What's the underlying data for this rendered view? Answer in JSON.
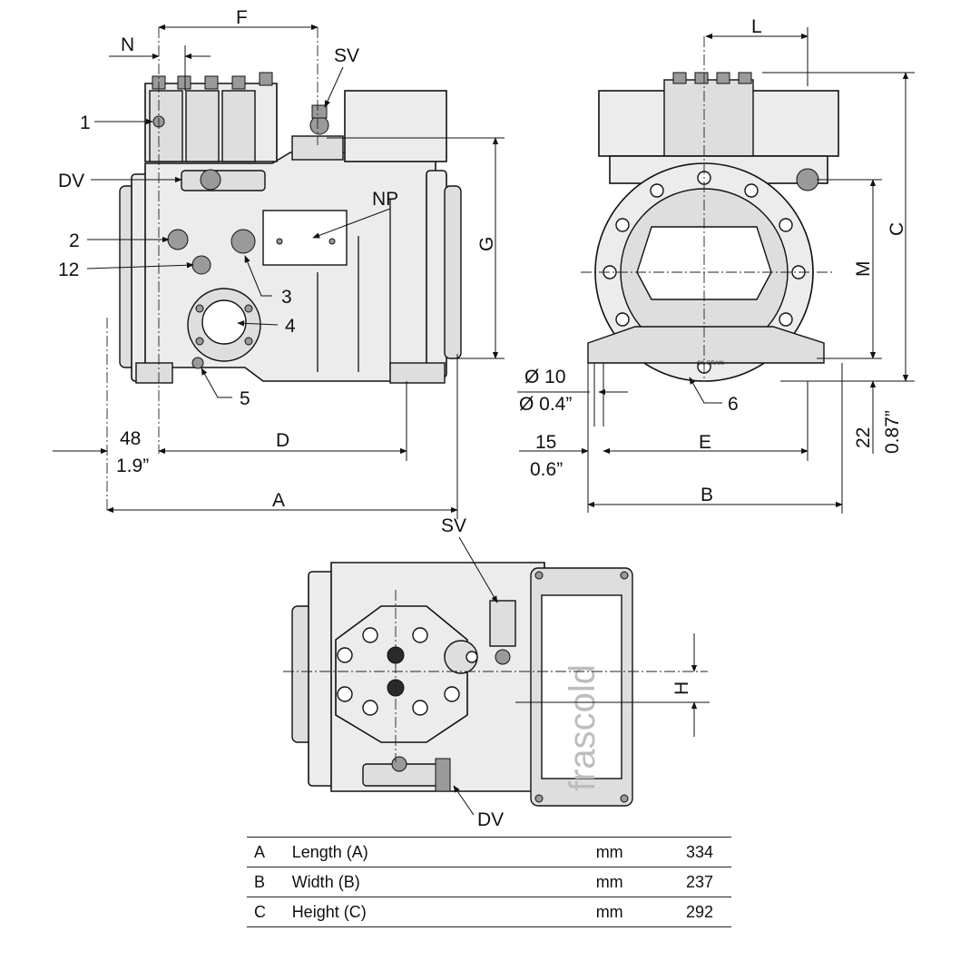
{
  "labels": {
    "N": "N",
    "F": "F",
    "SV": "SV",
    "L": "L",
    "DV": "DV",
    "NP": "NP",
    "G": "G",
    "M": "M",
    "C": "C",
    "D": "D",
    "E": "E",
    "A": "A",
    "B": "B",
    "H": "H",
    "p1": "1",
    "p2": "2",
    "p12": "12",
    "p3": "3",
    "p4": "4",
    "p5": "5",
    "p6": "6",
    "dim48": "48",
    "dim48_in": "1.9”",
    "dim15": "15",
    "dim15_in": "0.6”",
    "dia10": "Ø 10",
    "dia10_in": "Ø 0.4”",
    "dim22": "22",
    "dim22_in": "0.87”",
    "oil_drain": "OIL DRAIN",
    "brand": "frascold"
  },
  "table": {
    "rows": [
      {
        "code": "A",
        "name": "Length (A)",
        "unit": "mm",
        "value": "334"
      },
      {
        "code": "B",
        "name": "Width (B)",
        "unit": "mm",
        "value": "237"
      },
      {
        "code": "C",
        "name": "Height (C)",
        "unit": "mm",
        "value": "292"
      }
    ]
  }
}
